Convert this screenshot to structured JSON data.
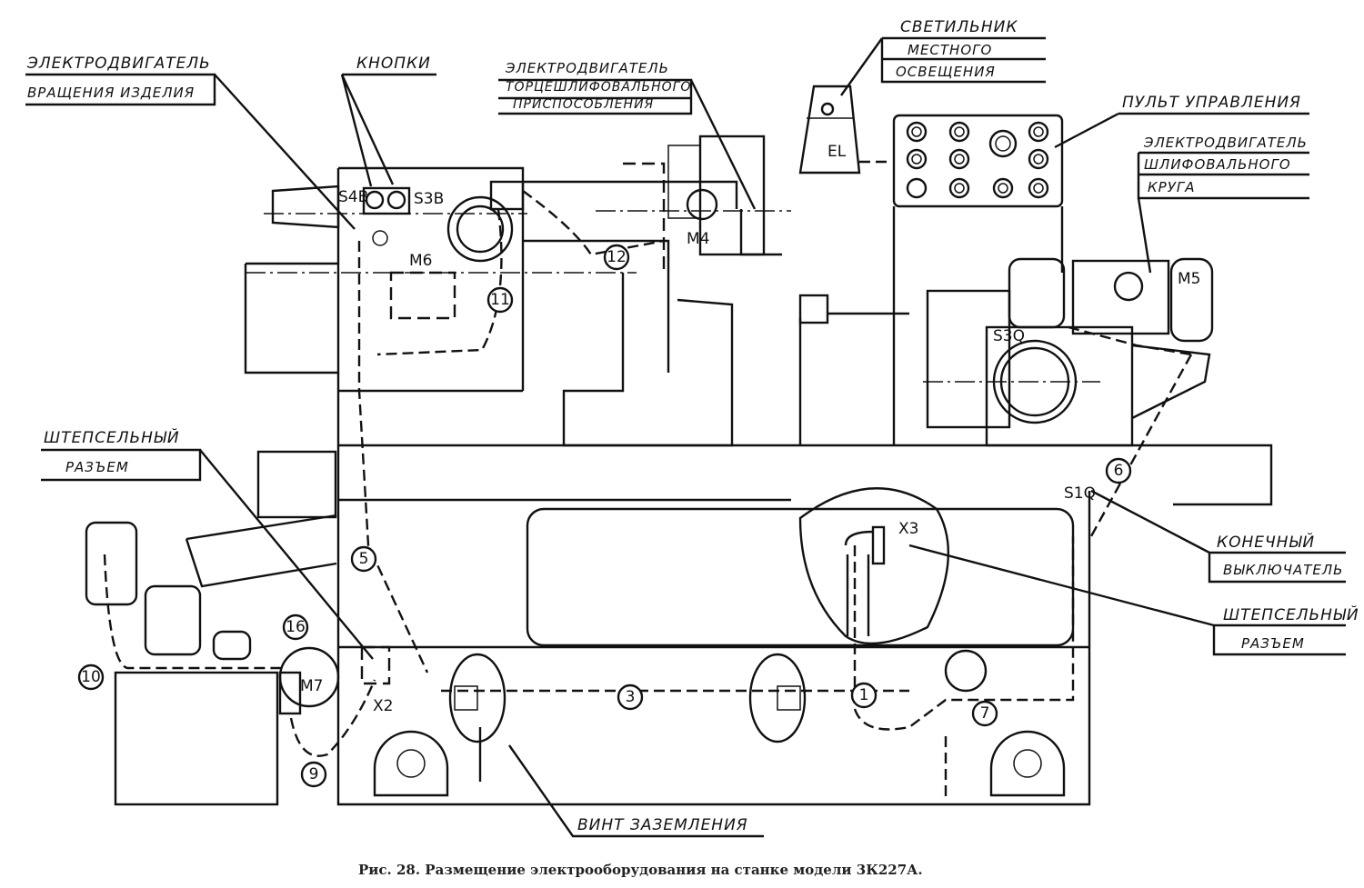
{
  "figure": {
    "caption": "Рис. 28. Размещение электрооборудования на станке модели 3К227А."
  },
  "callouts": {
    "workpiece_motor": {
      "line1": "Электродвигатель",
      "line2": "вращения изделия"
    },
    "buttons": {
      "line1": "Кнопки"
    },
    "face_grinding_motor": {
      "line1": "Электродвигатель",
      "line2": "торцешлифовального",
      "line3": "приспособления"
    },
    "local_light": {
      "line1": "Светильник",
      "line2": "местного",
      "line3": "освещения"
    },
    "control_panel": {
      "line1": "Пульт управления"
    },
    "grinding_wheel_motor": {
      "line1": "Электродвигатель",
      "line2": "шлифовального",
      "line3": "круга"
    },
    "plug_connector_left": {
      "line1": "Штепсельный",
      "line2": "разъем"
    },
    "limit_switch": {
      "line1": "Конечный",
      "line2": "выключатель"
    },
    "plug_connector_right": {
      "line1": "Штепсельный",
      "line2": "разъем"
    },
    "ground_screw": {
      "line1": "Винт заземления"
    }
  },
  "designations": {
    "s4b": "S4B",
    "s3b": "S3B",
    "m6": "M6",
    "m4": "M4",
    "m5": "M5",
    "m7": "M7",
    "el": "EL",
    "s3q": "S3Q",
    "s1q": "S1Q",
    "x2": "X2",
    "x3": "X3"
  },
  "cable_numbers": [
    "1",
    "3",
    "5",
    "6",
    "7",
    "9",
    "10",
    "11",
    "12",
    "16"
  ]
}
